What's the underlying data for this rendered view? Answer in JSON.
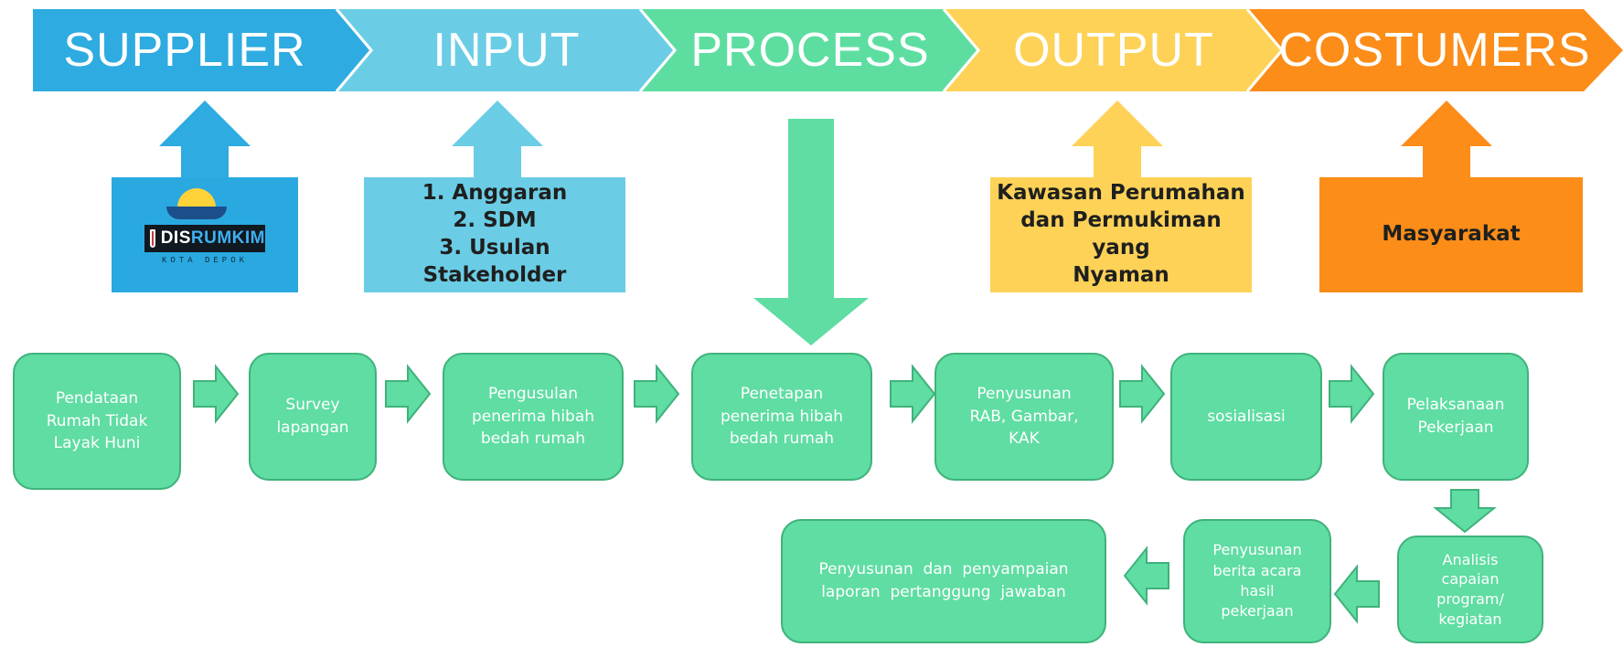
{
  "phases": [
    {
      "id": "supplier",
      "label": "SUPPLIER",
      "color": "#2eabe1"
    },
    {
      "id": "input",
      "label": "INPUT",
      "color": "#6acde5"
    },
    {
      "id": "process",
      "label": "PROCESS",
      "color": "#5ddea0"
    },
    {
      "id": "output",
      "label": "OUTPUT",
      "color": "#fdd257"
    },
    {
      "id": "customers",
      "label": "COSTUMERS",
      "color": "#fb8d18"
    }
  ],
  "supplier": {
    "logo_text_white": "DIS",
    "logo_text_blue": "RUMKIM",
    "logo_subtitle": "KOTA DEPOK"
  },
  "input": {
    "lines": [
      "1. Anggaran",
      "2. SDM",
      "3. Usulan Stakeholder"
    ]
  },
  "output": {
    "lines": [
      "Kawasan Perumahan",
      "dan Permukiman yang",
      "Nyaman"
    ]
  },
  "customers": {
    "lines": [
      "Masyarakat"
    ]
  },
  "steps": [
    {
      "id": "pendataan",
      "lines": [
        "Pendataan",
        "Rumah Tidak",
        "Layak Huni"
      ]
    },
    {
      "id": "survey",
      "lines": [
        "Survey",
        "lapangan"
      ]
    },
    {
      "id": "pengusulan",
      "lines": [
        "Pengusulan",
        "penerima hibah",
        "bedah rumah"
      ]
    },
    {
      "id": "penetapan",
      "lines": [
        "Penetapan",
        "penerima hibah",
        "bedah rumah"
      ]
    },
    {
      "id": "rab",
      "lines": [
        "Penyusunan",
        "RAB, Gambar,",
        "KAK"
      ]
    },
    {
      "id": "sosialisasi",
      "lines": [
        "sosialisasi"
      ]
    },
    {
      "id": "pelaksanaan",
      "lines": [
        "Pelaksanaan",
        "Pekerjaan"
      ]
    },
    {
      "id": "analisis",
      "lines": [
        "Analisis",
        "capaian",
        "program/",
        "kegiatan"
      ]
    },
    {
      "id": "berita-acara",
      "lines": [
        "Penyusunan",
        "berita acara",
        "hasil",
        "pekerjaan"
      ]
    },
    {
      "id": "laporan",
      "lines": [
        "Penyusunan  dan  penyampaian",
        "laporan  pertanggung  jawaban"
      ]
    }
  ],
  "colors": {
    "step_fill": "#5fdda2",
    "step_border": "#3fb27b",
    "process_arrow": "#5fdda2"
  }
}
